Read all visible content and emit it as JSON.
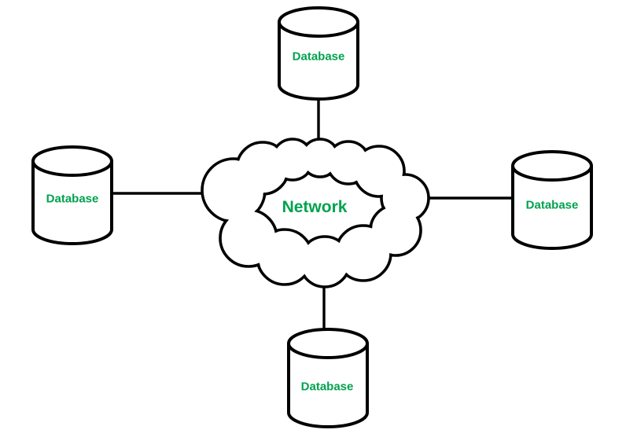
{
  "diagram": {
    "network": {
      "label": "Network"
    },
    "databases": [
      {
        "position": "top",
        "label": "Database"
      },
      {
        "position": "left",
        "label": "Database"
      },
      {
        "position": "right",
        "label": "Database"
      },
      {
        "position": "bottom",
        "label": "Database"
      }
    ],
    "colors": {
      "label_green": "#00a24e",
      "shape_stroke": "#000000",
      "shape_fill": "#ffffff",
      "background": "#ffffff"
    }
  }
}
